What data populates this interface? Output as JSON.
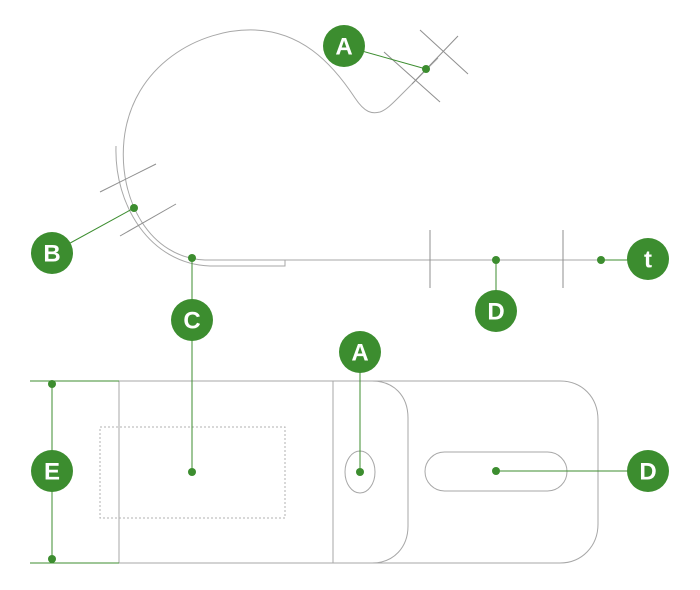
{
  "labels": {
    "top_a": "A",
    "top_b": "B",
    "top_c": "C",
    "top_d": "D",
    "top_t": "t",
    "bottom_a": "A",
    "bottom_e": "E",
    "bottom_d": "D"
  },
  "colors": {
    "accent": "#3c8d2f",
    "outline": "#a7a7a7",
    "background": "#ffffff"
  }
}
